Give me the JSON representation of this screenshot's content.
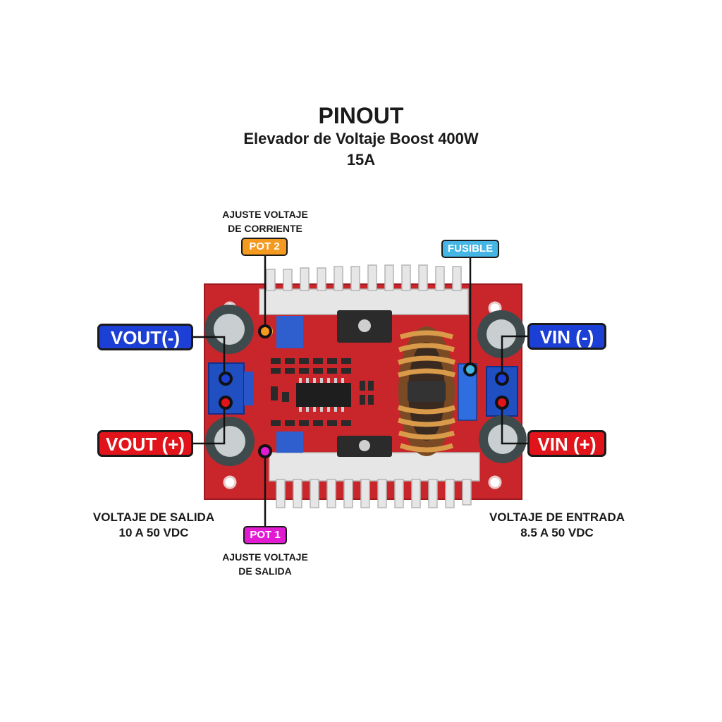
{
  "header": {
    "title": "PINOUT",
    "subtitle": "Elevador de Voltaje Boost 400W",
    "subtitle2": "15A"
  },
  "pins": {
    "vout_minus": "VOUT(-)",
    "vout_plus": "VOUT (+)",
    "vin_minus": "VIN (-)",
    "vin_plus": "VIN (+)"
  },
  "pot2": {
    "label": "POT 2",
    "desc_line1": "AJUSTE VOLTAJE",
    "desc_line2": "DE CORRIENTE"
  },
  "pot1": {
    "label": "POT 1",
    "desc_line1": "AJUSTE VOLTAJE",
    "desc_line2": "DE SALIDA"
  },
  "fuse": {
    "label": "FUSIBLE"
  },
  "output_range": {
    "line1": "VOLTAJE DE SALIDA",
    "line2": "10 A 50 VDC"
  },
  "input_range": {
    "line1": "VOLTAJE DE ENTRADA",
    "line2": "8.5 A 50 VDC"
  },
  "colors": {
    "pcb": "#c8262b",
    "minus_tag": "#1c3fd6",
    "plus_tag": "#e0141a",
    "pot2_tag": "#f39a1f",
    "fuse_tag": "#45b5e3",
    "pot1_tag": "#e21ad1"
  }
}
